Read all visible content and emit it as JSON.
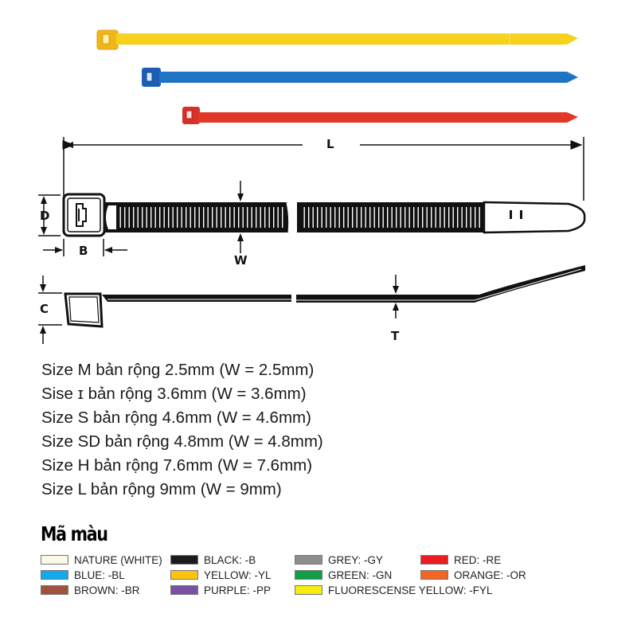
{
  "product_photo": {
    "ties": [
      {
        "color_name": "yellow",
        "color": "#f6d21c"
      },
      {
        "color_name": "blue",
        "color": "#1f74c4"
      },
      {
        "color_name": "red",
        "color": "#e2382a"
      }
    ]
  },
  "diagram": {
    "labels": {
      "length": "L",
      "head_depth": "D",
      "head_width": "B",
      "strap_width": "W",
      "head_height": "C",
      "thickness": "T"
    }
  },
  "specs": [
    "Size M bản rộng 2.5mm (W = 2.5mm)",
    "Sise ɪ bản rộng 3.6mm (W = 3.6mm)",
    "Size S bản rộng 4.6mm (W = 4.6mm)",
    "Size SD bản rộng 4.8mm (W = 4.8mm)",
    "Size H bản rộng 7.6mm (W = 7.6mm)",
    "Size L bản rộng 9mm (W = 9mm)"
  ],
  "legend": {
    "title": "Mã màu",
    "items": [
      {
        "label": "NATURE (WHITE)",
        "color": "#fbf8e6"
      },
      {
        "label": "BLACK: -B",
        "color": "#1c1a1b"
      },
      {
        "label": "GREY: -GY",
        "color": "#8e8e8f"
      },
      {
        "label": "RED: -RE",
        "color": "#ec1c24"
      },
      {
        "label": "BLUE: -BL",
        "color": "#14a9ec"
      },
      {
        "label": "YELLOW: -YL",
        "color": "#fdc20f"
      },
      {
        "label": "GREEN: -GN",
        "color": "#0f9d48"
      },
      {
        "label": "ORANGE: -OR",
        "color": "#f26522"
      },
      {
        "label": "BROWN: -BR",
        "color": "#a0523d"
      },
      {
        "label": "PURPLE: -PP",
        "color": "#7a4fa5"
      },
      {
        "label": "FLUORESCENSE YELLOW: -FYL",
        "color": "#f9ec10"
      }
    ]
  }
}
